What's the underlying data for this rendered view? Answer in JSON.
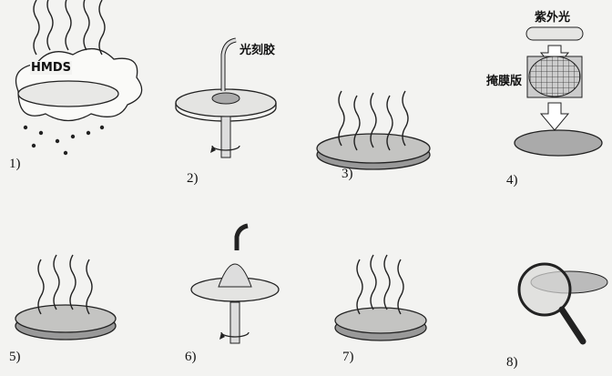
{
  "labels": {
    "hmds": "HMDS",
    "photoresist": "光刻胶",
    "uv_light": "紫外光",
    "mask": "掩膜版"
  },
  "steps": [
    "1)",
    "2)",
    "3)",
    "4)",
    "5)",
    "6)",
    "7)",
    "8)"
  ],
  "colors": {
    "ink": "#1a1a1a",
    "wafer_fill": "#c9c9c7",
    "wafer_edge": "#8a8a88"
  }
}
